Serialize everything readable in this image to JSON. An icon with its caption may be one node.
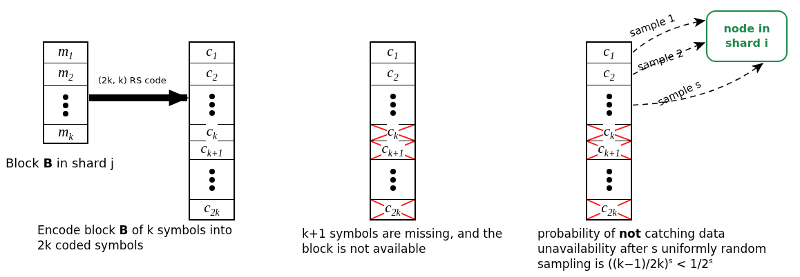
{
  "diagram": {
    "nodes": [
      {
        "text": [],
        "shape": "box"
      },
      {
        "text": [
          "*m*$_{1}$"
        ],
        "in": 0
      },
      {
        "text": [
          "*m*$_{2}$"
        ],
        "in": 0
      },
      {
        "text": [],
        "shape": "box",
        "in": 0
      },
      {
        "text": [
          "*m*$_{k}$"
        ],
        "in": 0
      },
      {
        "text": [],
        "shape": "box"
      },
      {
        "text": [
          "*c*$_{1}$"
        ],
        "in": 5
      },
      {
        "text": [
          "*c*$_{2}$"
        ],
        "in": 5
      },
      {
        "text": [],
        "shape": "box",
        "in": 5
      },
      {
        "text": [
          "*c*$_{k}$"
        ],
        "in": 5
      },
      {
        "text": [
          "*c*$_{k+1}$"
        ],
        "in": 5
      },
      {
        "text": [],
        "shape": "box",
        "in": 5
      },
      {
        "text": [
          "*c*$_{2k}$"
        ],
        "in": 5
      },
      {
        "text": [],
        "shape": "box"
      },
      {
        "text": [
          "*c*$_{1}$"
        ],
        "in": 13
      },
      {
        "text": [
          "*c*$_{2}$"
        ],
        "in": 13
      },
      {
        "text": [],
        "shape": "box",
        "in": 13
      },
      {
        "text": [
          "*c*$_{k}$"
        ],
        "in": 13
      },
      {
        "text": [
          "*c*$_{k+1}$"
        ],
        "in": 13
      },
      {
        "text": [],
        "shape": "box",
        "in": 13
      },
      {
        "text": [
          "*c*$_{2k}$"
        ],
        "in": 13
      },
      {
        "text": [],
        "shape": "box"
      },
      {
        "text": [
          "*c*$_{1}$"
        ],
        "in": 21
      },
      {
        "text": [
          "*c*$_{2}$"
        ],
        "in": 21
      },
      {
        "text": [],
        "shape": "box",
        "in": 21
      },
      {
        "text": [
          "*c*$_{k}$"
        ],
        "in": 21
      },
      {
        "text": [
          "*c*$_{k+1}$"
        ],
        "in": 21
      },
      {
        "text": [],
        "shape": "box",
        "in": 21
      },
      {
        "text": [
          "*c*$_{2k}$"
        ],
        "in": 21
      },
      {
        "text": [
          "node in shard i"
        ]
      }
    ],
    "edges": [
      {
        "from": 0,
        "to": 5,
        "arrow": "to",
        "label": "(2k, k) RS code",
        "style": "thick"
      },
      {
        "from": 22,
        "to": 29,
        "arrow": "to",
        "label": "sample 1",
        "style": "dashed"
      },
      {
        "from": 23,
        "to": 29,
        "arrow": "to",
        "label": "sample 2",
        "style": "dashed"
      },
      {
        "from": 24,
        "to": 29,
        "arrow": "to",
        "label": "sample s",
        "style": "dashed"
      }
    ],
    "labels": [
      "Block **B** in shard j",
      "Encode block **B** of k symbols into 2k coded symbols",
      "k+1 symbols are missing, and the block is not available",
      "probability of **not** catching data unavailability after s uniformly random sampling is ((k−1)/2k)$^{s}$ < 1/2$^{s}$"
    ]
  }
}
